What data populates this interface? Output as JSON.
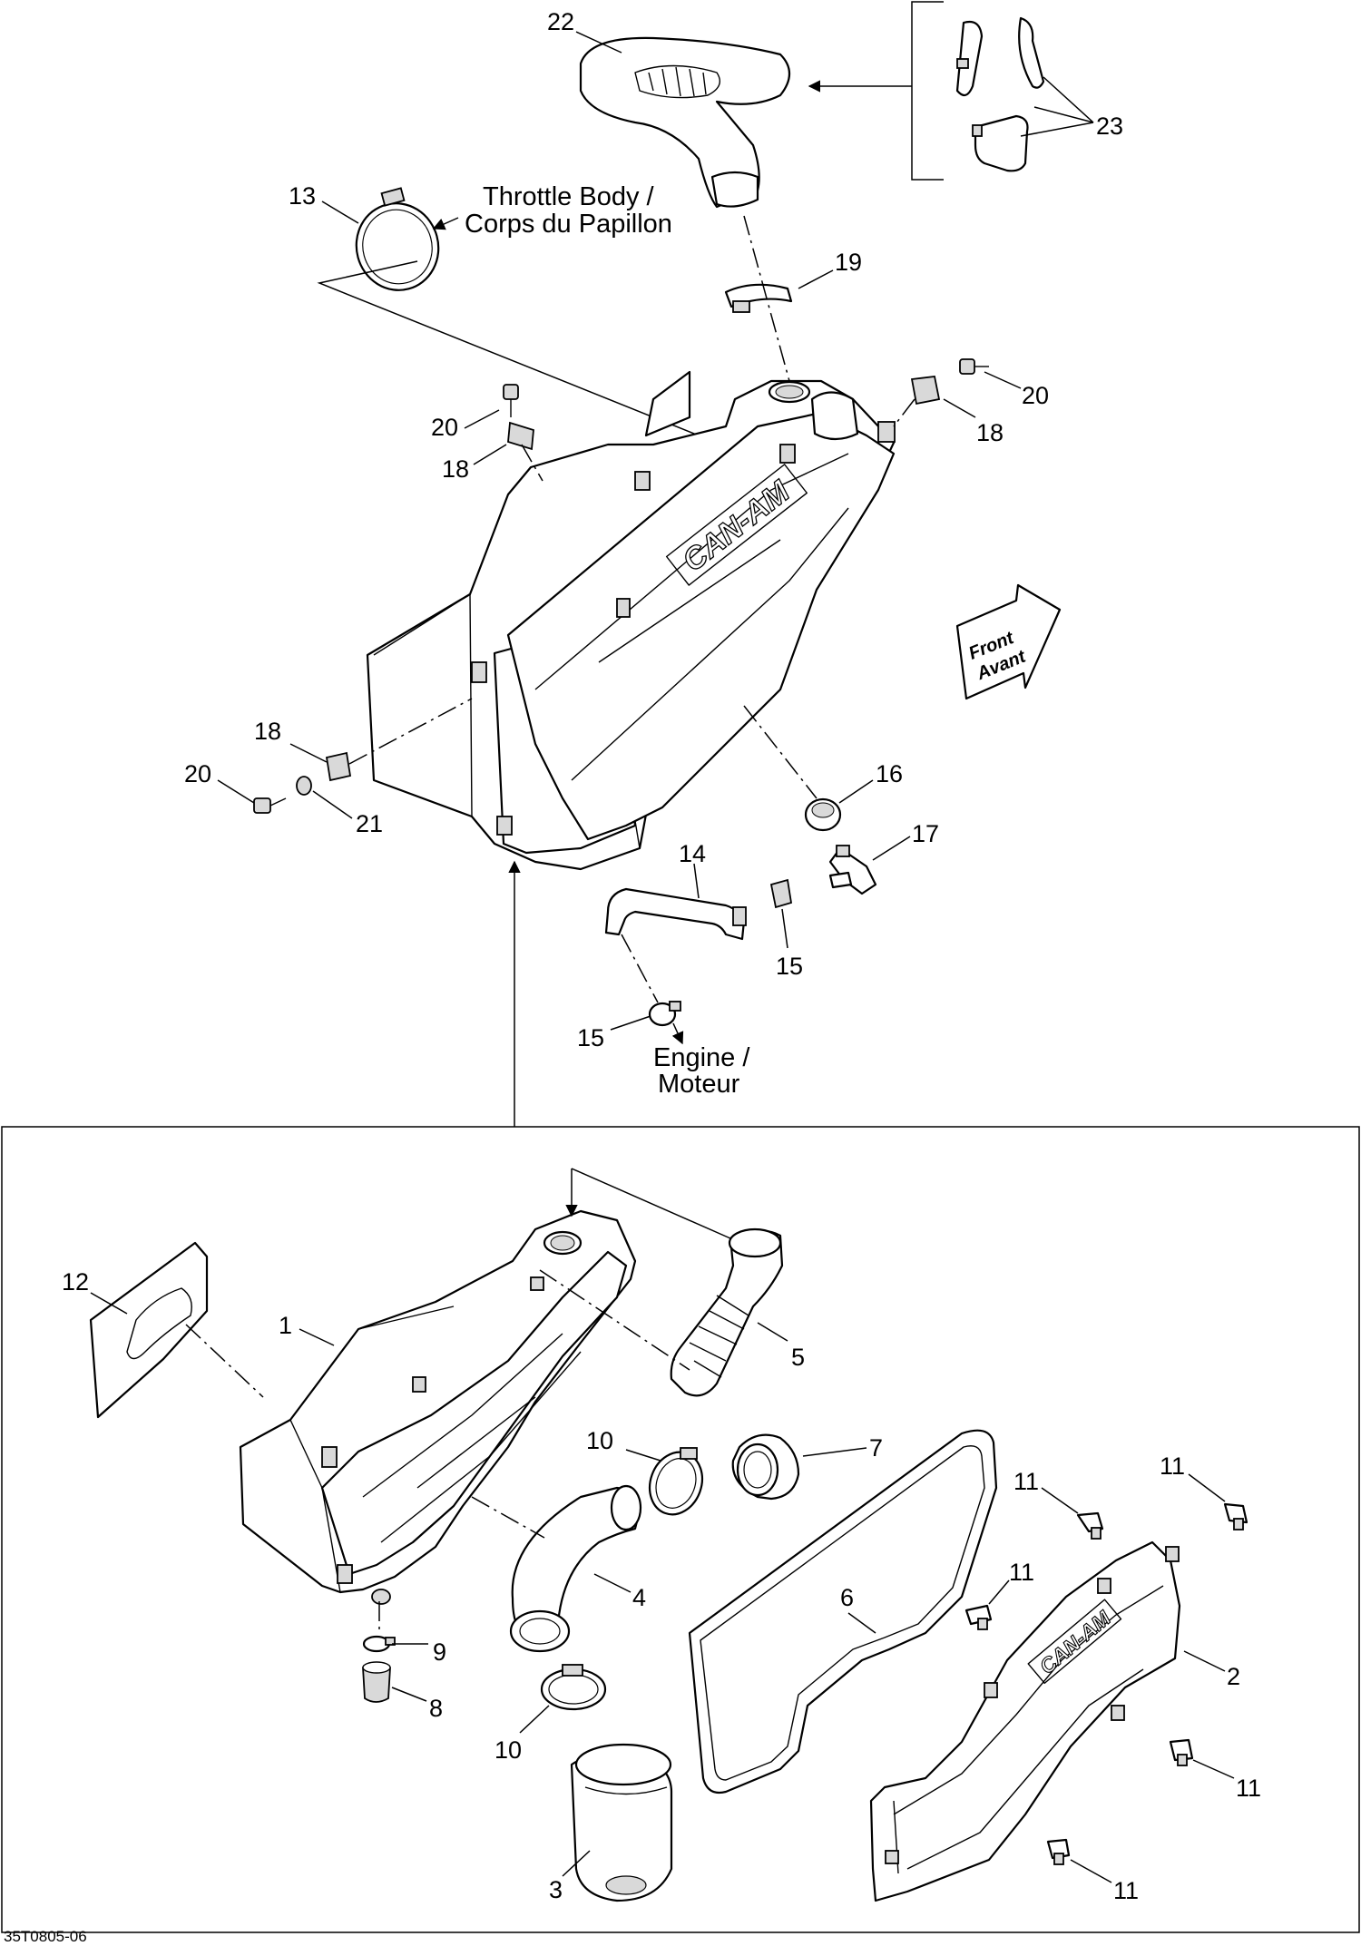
{
  "diagram": {
    "reference_code": "35T0805-06",
    "notes": {
      "throttle_body": [
        "Throttle Body /",
        "Corps du Papillon"
      ],
      "engine": [
        "Engine /",
        "Moteur"
      ],
      "front": [
        "Front",
        "Avant"
      ]
    },
    "brand_logo_text": "CAN-AM",
    "callouts": {
      "c22": "22",
      "c23": "23",
      "c13": "13",
      "c19": "19",
      "c20a": "20",
      "c18a": "18",
      "c20b": "20",
      "c18b": "18",
      "c18c": "18",
      "c20c": "20",
      "c21": "21",
      "c16": "16",
      "c17": "17",
      "c14": "14",
      "c15a": "15",
      "c15b": "15",
      "c12": "12",
      "c1": "1",
      "c5": "5",
      "c10a": "10",
      "c7": "7",
      "c11a": "11",
      "c11b": "11",
      "c4": "4",
      "c6": "6",
      "c11c": "11",
      "c9": "9",
      "c2": "2",
      "c8": "8",
      "c10b": "10",
      "c11d": "11",
      "c3": "3",
      "c11e": "11"
    }
  }
}
